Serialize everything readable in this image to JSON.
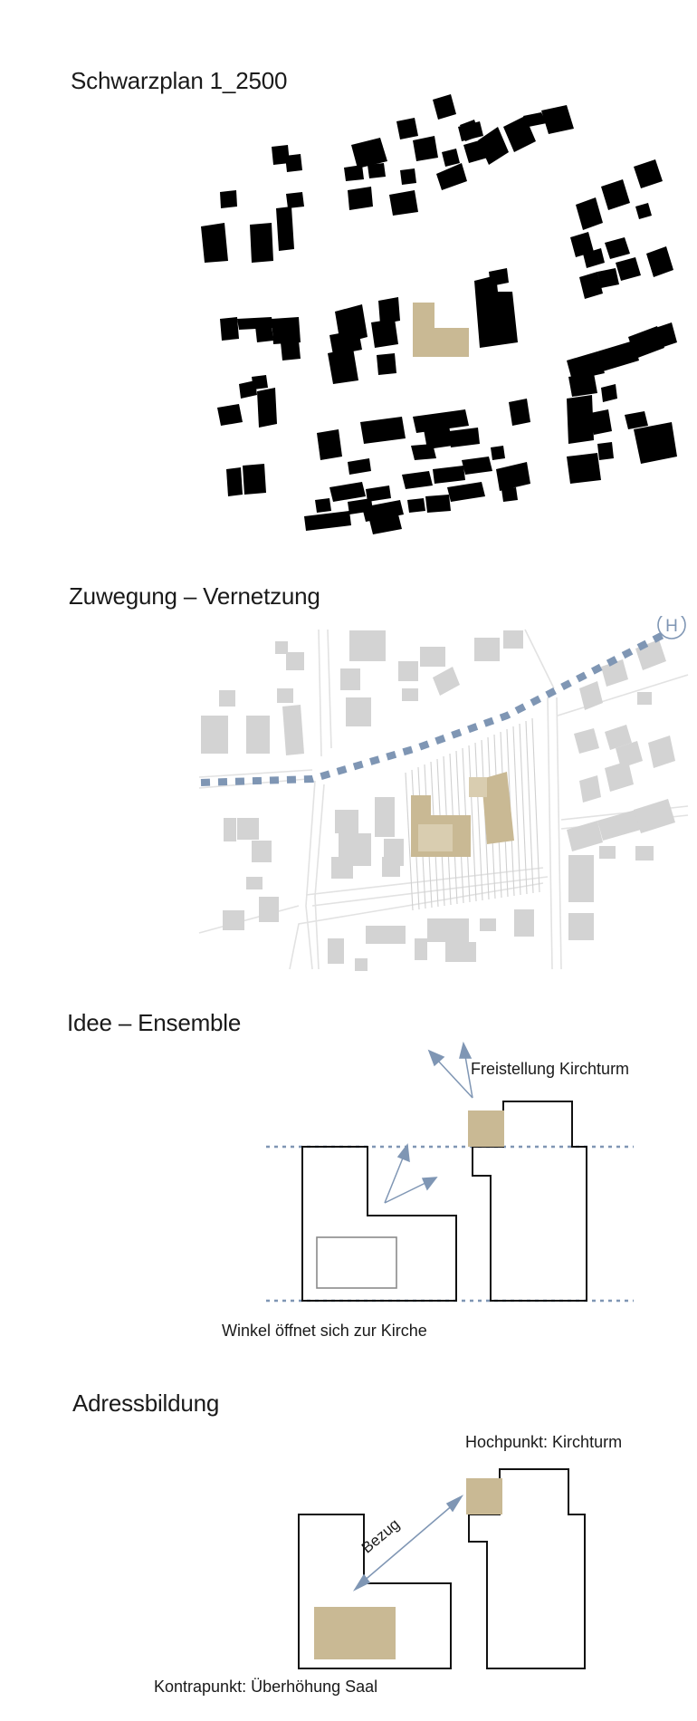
{
  "sections": {
    "schwarzplan": {
      "title": "Schwarzplan 1_2500"
    },
    "zuwegung": {
      "title": "Zuwegung – Vernetzung",
      "bus_stop_symbol": "H"
    },
    "idee": {
      "title": "Idee – Ensemble",
      "label_tower": "Freistellung Kirchturm",
      "label_angle": "Winkel öffnet sich zur Kirche"
    },
    "adress": {
      "title": "Adressbildung",
      "label_high": "Hochpunkt: Kirchturm",
      "label_relation": "Bezug",
      "label_counter": "Kontrapunkt: Überhöhung Saal"
    }
  },
  "colors": {
    "building": "#000000",
    "highlight": "#c9b994",
    "context": "#d3d3d3",
    "path": "#7f96b4",
    "line": "#1a1a1a"
  }
}
